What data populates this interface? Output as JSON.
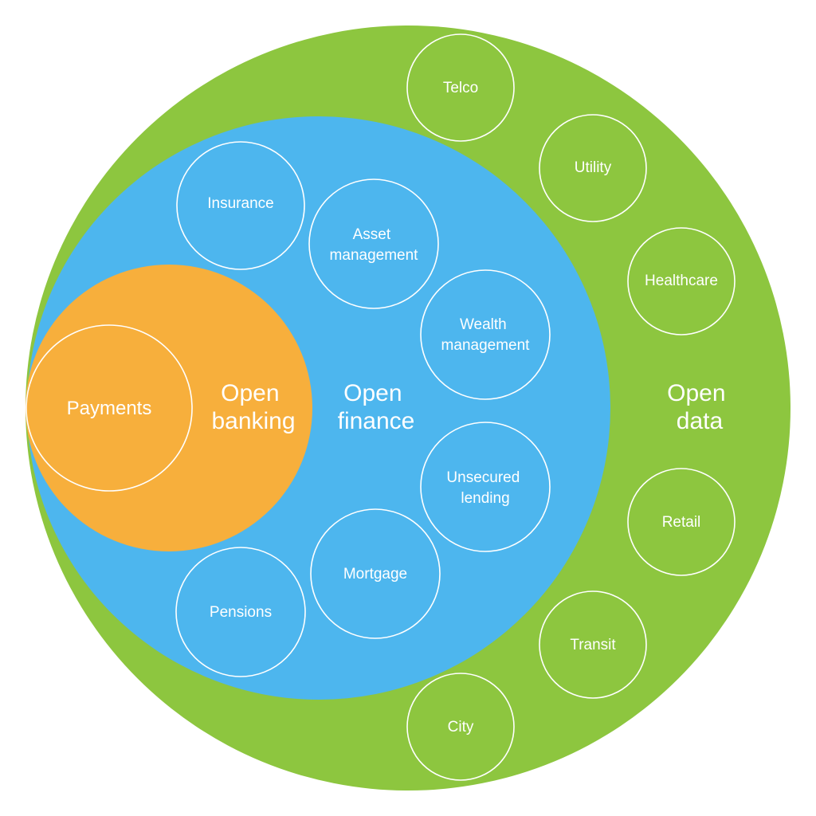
{
  "colors": {
    "open_data": "#8DC63F",
    "open_finance": "#4DB6EE",
    "open_banking": "#F7AF3C",
    "outline": "#FFFFFF"
  },
  "labels": {
    "open_data": [
      "Open",
      "data"
    ],
    "open_finance": [
      "Open",
      "finance"
    ],
    "open_banking": [
      "Open",
      "banking"
    ],
    "payments": "Payments"
  },
  "open_finance_items": {
    "insurance": [
      "Insurance"
    ],
    "asset_management": [
      "Asset",
      "management"
    ],
    "wealth_management": [
      "Wealth",
      "management"
    ],
    "unsecured_lending": [
      "Unsecured",
      "lending"
    ],
    "mortgage": [
      "Mortgage"
    ],
    "pensions": [
      "Pensions"
    ]
  },
  "open_data_items": {
    "telco": "Telco",
    "utility": "Utility",
    "healthcare": "Healthcare",
    "retail": "Retail",
    "transit": "Transit",
    "city": "City"
  }
}
